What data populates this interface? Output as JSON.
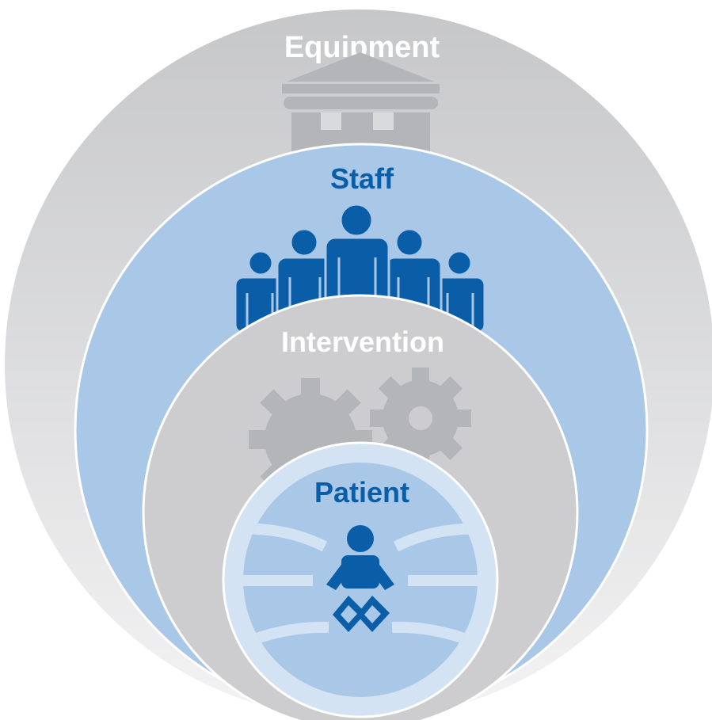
{
  "layers": {
    "equipment": {
      "label": "Equipment",
      "label_color": "#ffffff",
      "icon": "building-icon",
      "fill_top": "#c6c7c9",
      "fill_bottom": "#f3f3f4"
    },
    "staff": {
      "label": "Staff",
      "label_color": "#0a5ea8",
      "icon": "people-group-icon",
      "fill": "#a9c7e7"
    },
    "intervention": {
      "label": "Intervention",
      "label_color": "#ffffff",
      "icon": "gears-icon",
      "fill": "#cdcdcf"
    },
    "patient": {
      "label": "Patient",
      "label_color": "#0a5ea8",
      "icon": "baby-icon",
      "fill": "#a9c7e7",
      "ring": "#d3e3f3"
    }
  },
  "colors": {
    "accent_blue": "#0a5ea8",
    "icon_gray": "#b4b5b8",
    "white": "#ffffff"
  }
}
